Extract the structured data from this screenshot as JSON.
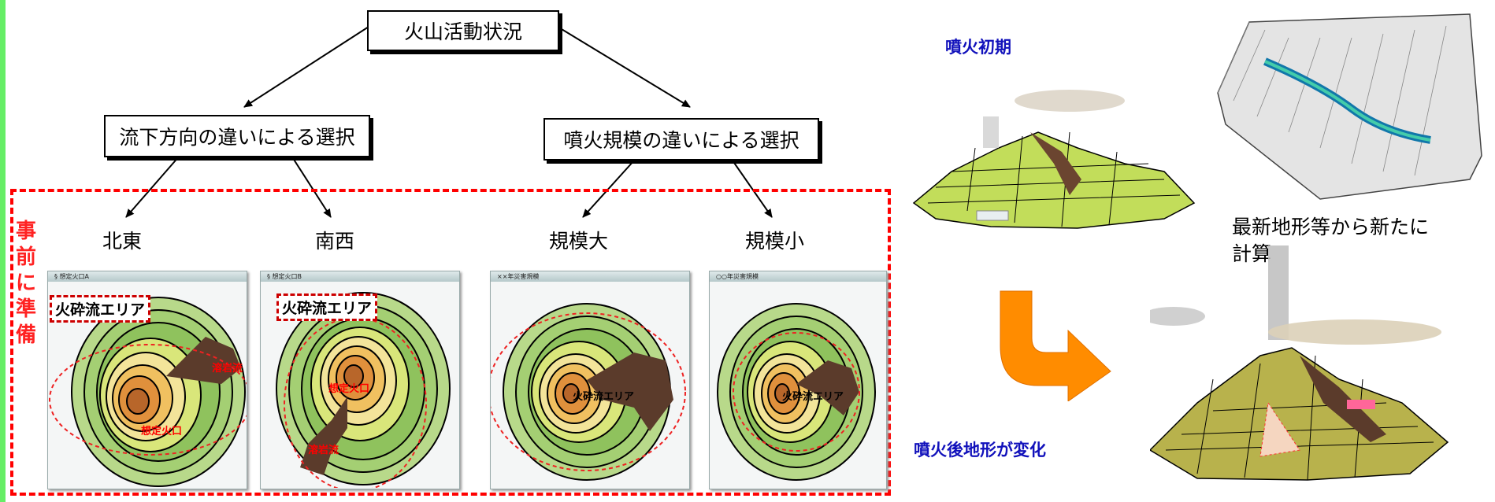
{
  "tree": {
    "root": "火山活動状況",
    "left_branch": "流下方向の違いによる選択",
    "right_branch": "噴火規模の違いによる選択",
    "categories": [
      "北東",
      "南西",
      "規模大",
      "規模小"
    ]
  },
  "side_label": [
    "事",
    "前",
    "に",
    "準",
    "備"
  ],
  "panels": [
    {
      "title": "§ 想定火口A",
      "tag": "火砕流エリア",
      "labels": [
        "想定火口",
        "溶岩流"
      ]
    },
    {
      "title": "§ 想定火口B",
      "tag": "火砕流エリア",
      "labels": [
        "想定火口",
        "溶岩流"
      ]
    },
    {
      "title": "××年災害規模",
      "labels": [
        "火砕流エリア"
      ]
    },
    {
      "title": "○○年災害規模",
      "labels": [
        "火砕流エリア"
      ]
    }
  ],
  "right": {
    "early_label": "噴火初期",
    "after_label": "噴火後地形が変化",
    "recalc_text": [
      "最新地形等から新たに",
      "計算"
    ]
  },
  "colors": {
    "dashed_box": "#ff0000",
    "blue_text": "#1111bb",
    "arrow": "#ff8800",
    "left_bar": "#66ee66"
  }
}
